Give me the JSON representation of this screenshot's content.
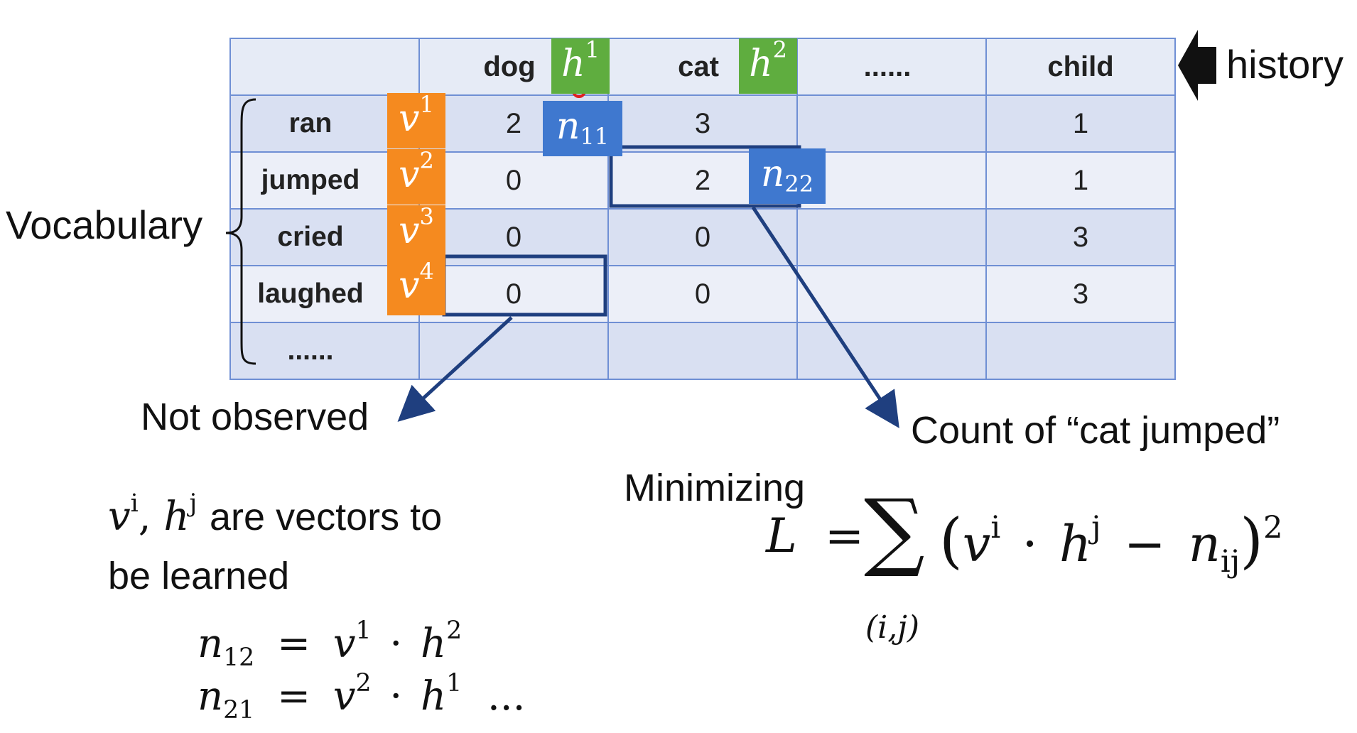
{
  "table": {
    "columns": [
      "dog",
      "cat",
      "......",
      "child"
    ],
    "rows": [
      {
        "word": "ran",
        "values": [
          "2",
          "3",
          "",
          "1"
        ]
      },
      {
        "word": "jumped",
        "values": [
          "0",
          "2",
          "",
          "1"
        ]
      },
      {
        "word": "cried",
        "values": [
          "0",
          "0",
          "",
          "3"
        ]
      },
      {
        "word": "laughed",
        "values": [
          "0",
          "0",
          "",
          "3"
        ]
      },
      {
        "word": "......",
        "values": [
          "",
          "",
          "",
          ""
        ]
      }
    ]
  },
  "tags": {
    "h1": {
      "base": "h",
      "sup": "1"
    },
    "h2": {
      "base": "h",
      "sup": "2"
    },
    "v1": {
      "base": "v",
      "sup": "1"
    },
    "v2": {
      "base": "v",
      "sup": "2"
    },
    "v3": {
      "base": "v",
      "sup": "3"
    },
    "v4": {
      "base": "v",
      "sup": "4"
    },
    "n11": {
      "base": "n",
      "sub": "11"
    },
    "n22": {
      "base": "n",
      "sub": "22"
    }
  },
  "labels": {
    "history": "history",
    "vocabulary": "Vocabulary",
    "not_observed": "Not observed",
    "count_cat_jumped": "Count of “cat jumped”",
    "minimizing": "Minimizing",
    "vectors_line1_text": "are vectors to",
    "vectors_line2": "be learned"
  },
  "math": {
    "vi": "v",
    "vi_sup": "i",
    "hj": "h",
    "hj_sup": "j",
    "loss_lhs": "L",
    "eq": "=",
    "sum_symbol": "∑",
    "sum_index": "(i,j)",
    "loss_v": "v",
    "loss_v_sup": "i",
    "loss_dot": "·",
    "loss_h": "h",
    "loss_h_sup": "j",
    "loss_minus": "−",
    "loss_n": "n",
    "loss_n_sub": "ij",
    "loss_power": "2",
    "ex1_n": "n",
    "ex1_n_sub": "12",
    "ex1_v": "v",
    "ex1_v_sup": "1",
    "ex1_h": "h",
    "ex1_h_sup": "2",
    "ex2_n": "n",
    "ex2_n_sub": "21",
    "ex2_v": "v",
    "ex2_v_sup": "2",
    "ex2_h": "h",
    "ex2_h_sup": "1",
    "ex2_tail": "..."
  },
  "colors": {
    "table_border": "#6f8fd4",
    "green_tag": "#5fad3f",
    "orange_tag": "#f58a1f",
    "blue_tag": "#3f78cf",
    "highlight_box": "#1f3f7f",
    "cursor": "#e02020"
  }
}
